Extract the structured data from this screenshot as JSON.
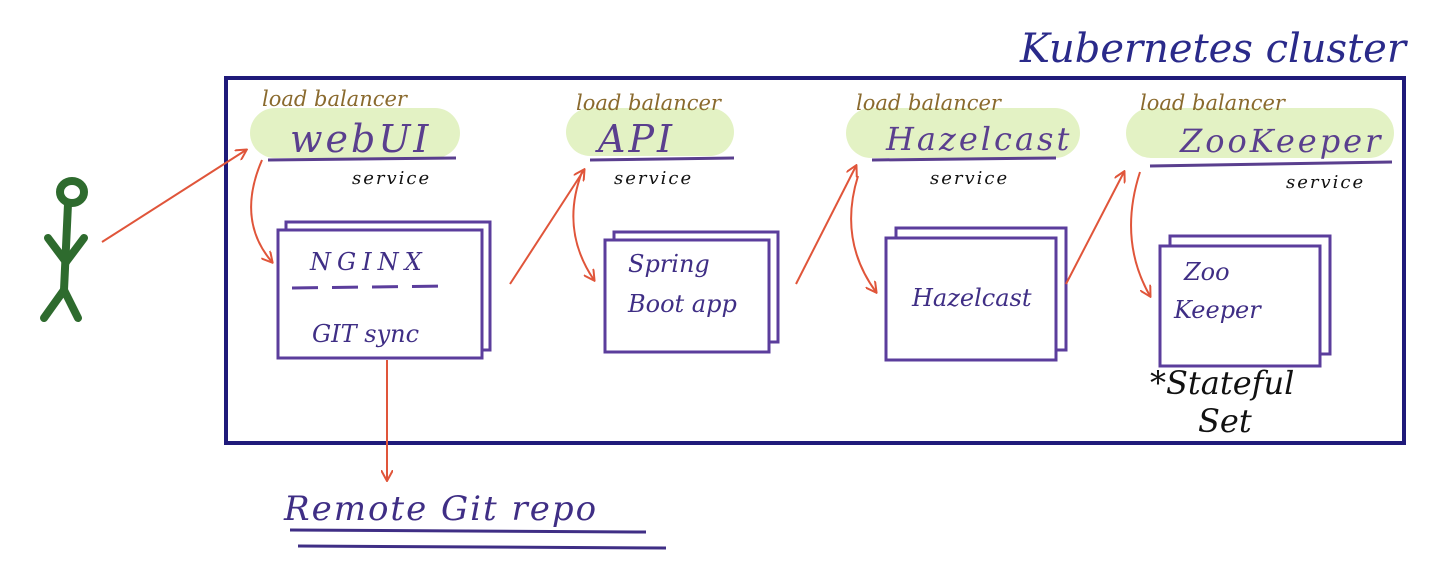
{
  "title": "Kubernetes cluster",
  "colors": {
    "cluster_border": "#1f1a7a",
    "highlight": "#e3f2c4",
    "load_balancer_text": "#8a6a2e",
    "service_text": "#5a3f8e",
    "pod_border": "#5b3d9c",
    "arrow": "#e0553a",
    "person": "#2e6b2e"
  },
  "services": [
    {
      "lb_label": "load balancer",
      "name": "webUI",
      "type": "service"
    },
    {
      "lb_label": "load balancer",
      "name": "API",
      "type": "service"
    },
    {
      "lb_label": "load balancer",
      "name": "Hazelcast",
      "type": "service"
    },
    {
      "lb_label": "load balancer",
      "name": "ZooKeeper",
      "type": "service"
    }
  ],
  "pods": [
    {
      "line1": "NGINX",
      "line2": "GIT sync"
    },
    {
      "line1": "Spring",
      "line2": "Boot app"
    },
    {
      "line1": "Hazelcast",
      "line2": ""
    },
    {
      "line1": "Zoo",
      "line2": "Keeper"
    }
  ],
  "statefulset_note": {
    "line1": "*Stateful",
    "line2": "Set"
  },
  "remote_repo": "Remote Git repo",
  "user_icon": "stick-figure-icon"
}
